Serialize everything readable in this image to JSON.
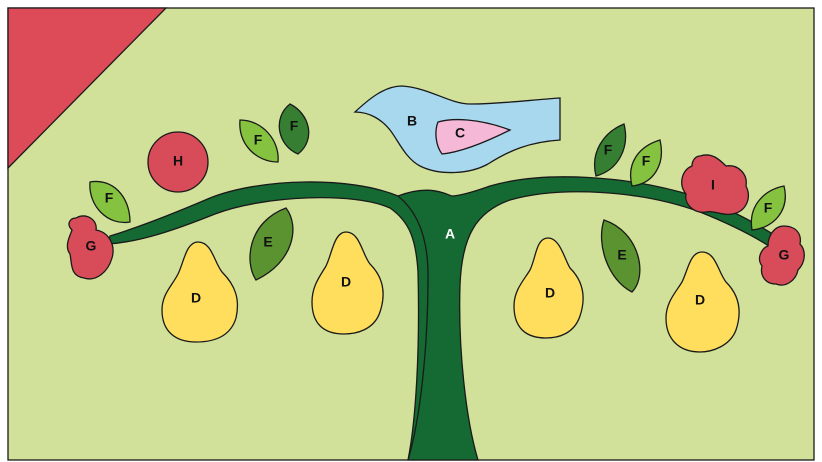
{
  "colors": {
    "background": "#d2e19a",
    "corner": "#dc4b57",
    "branch": "#146a32",
    "bird": "#a8d8ee",
    "bird_wing": "#f5b8d6",
    "pear": "#fede5c",
    "leaf_light": "#84c23f",
    "leaf_dark": "#367f32",
    "leaf_mid": "#5c9331",
    "flower": "#d84b58"
  },
  "labels": {
    "branch": "A",
    "bird": "B",
    "bird_wing": "C",
    "pear": "D",
    "leaf_e": "E",
    "leaf_f": "F",
    "flower_g": "G",
    "circle_h": "H",
    "flower_i": "I"
  }
}
